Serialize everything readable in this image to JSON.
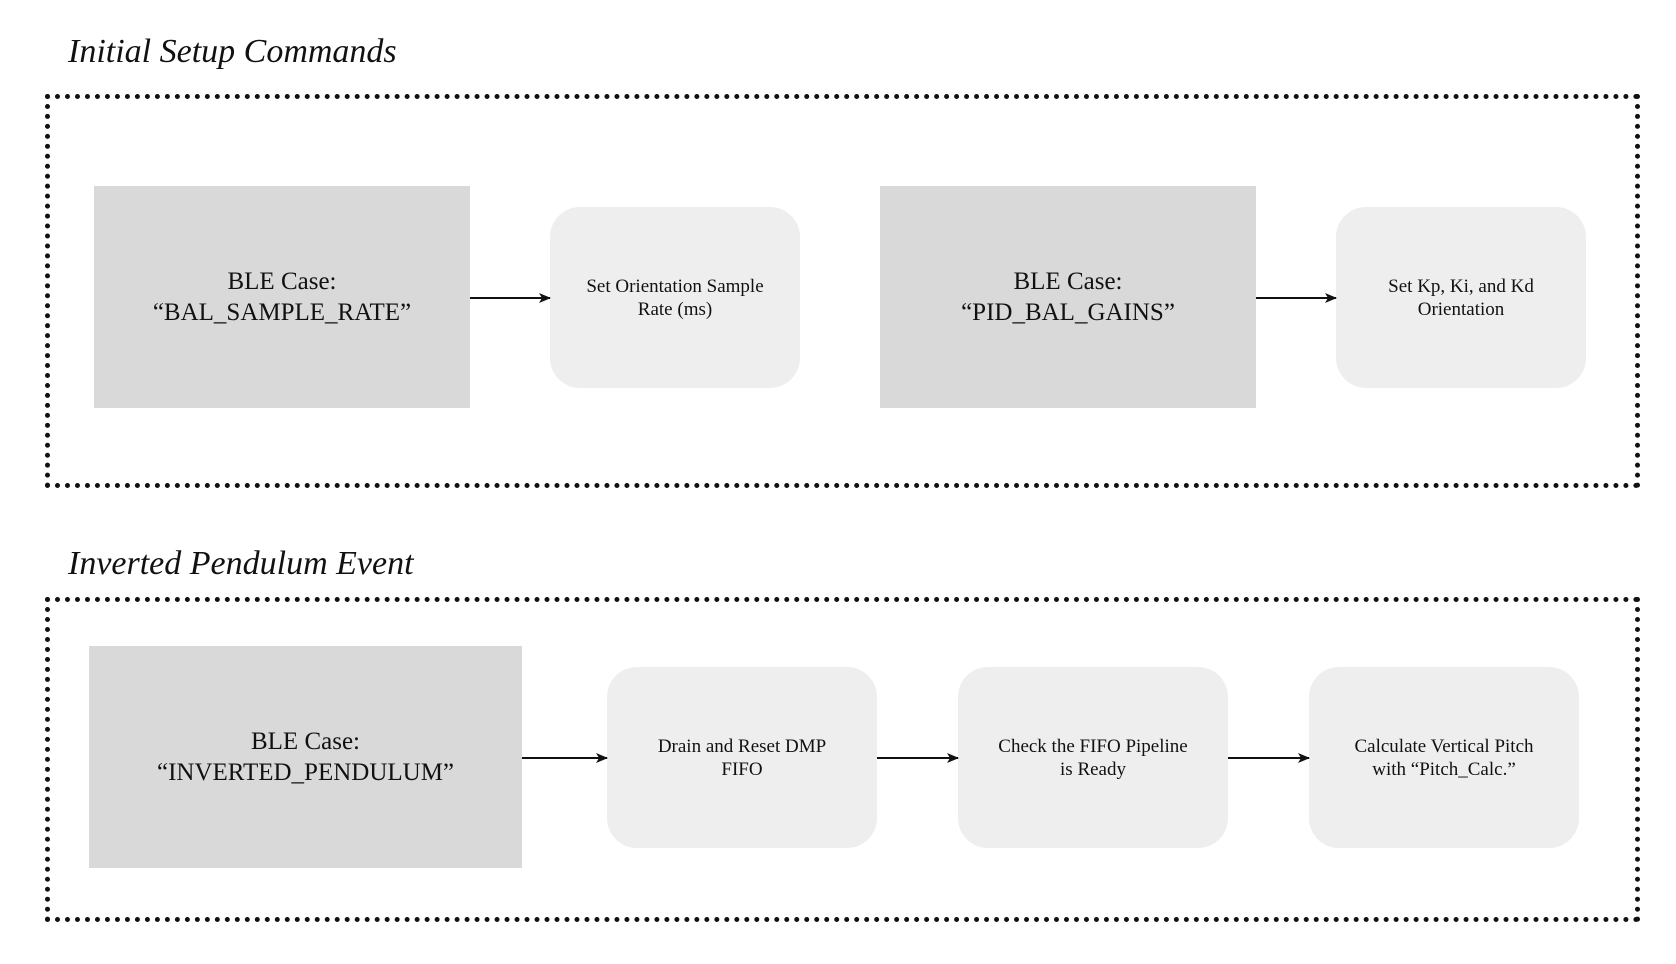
{
  "setup": {
    "title": "Initial Setup Commands",
    "nodes": [
      {
        "line1": "BLE Case:",
        "line2": "“BAL_SAMPLE_RATE”"
      },
      {
        "line1": "Set Orientation Sample",
        "line2": "Rate (ms)"
      },
      {
        "line1": "BLE Case:",
        "line2": "“PID_BAL_GAINS”"
      },
      {
        "line1": "Set Kp, Ki, and Kd",
        "line2": "Orientation"
      }
    ]
  },
  "pendulum": {
    "title": "Inverted Pendulum Event",
    "nodes": [
      {
        "line1": "BLE Case:",
        "line2": "“INVERTED_PENDULUM”"
      },
      {
        "line1": "Drain and Reset DMP",
        "line2": "FIFO"
      },
      {
        "line1": "Check the FIFO Pipeline",
        "line2": "is Ready"
      },
      {
        "line1": "Calculate Vertical Pitch",
        "line2": "with “Pitch_Calc.”"
      }
    ]
  },
  "colors": {
    "case_fill": "#d9d9d9",
    "step_fill": "#eeeeee",
    "line": "#111111"
  }
}
